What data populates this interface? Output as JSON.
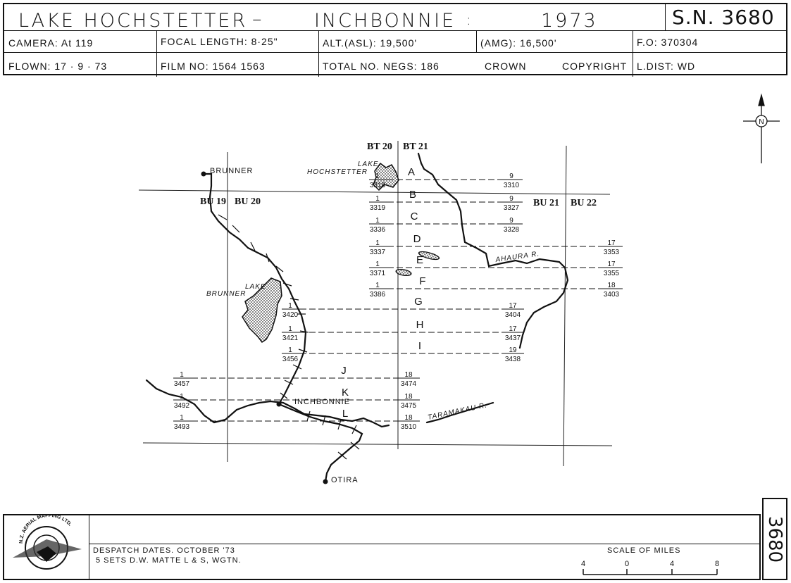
{
  "header": {
    "title_left": "LAKE  HOCHSTETTER",
    "title_dash": "–",
    "title_mid": "INCHBONNIE",
    "title_colon": ":",
    "year": "1973",
    "sheet_no": "S.N. 3680",
    "camera": "CAMERA:  At  119",
    "focal_length": "FOCAL  LENGTH:  8·25\"",
    "alt_asl": "ALT.(ASL):   19,500'",
    "alt_amg": "(AMG):    16,500'",
    "fo": "F.O:    370304",
    "flown": "FLOWN:   17 · 9 · 73",
    "film_no": "FILM  NO:    1564     1563",
    "total_negs": "TOTAL  NO.  NEGS:  186",
    "crown": "CROWN",
    "copyright": "COPYRIGHT",
    "l_dist": "L.DIST:  WD"
  },
  "map": {
    "places": {
      "brunner": "BRUNNER",
      "inchbonnie": "INCHBONNIE",
      "otira": "OTIRA"
    },
    "lakes": {
      "hochstetter_1": "LAKE",
      "hochstetter_2": "HOCHSTETTER",
      "brunner_1": "LAKE",
      "brunner_2": "BRUNNER"
    },
    "rivers": {
      "ahaura": "AHAURA   R.",
      "taramakau": "TARAMAKAU  R."
    },
    "grid": {
      "bt20": "BT 20",
      "bt21": "BT 21",
      "bu19": "BU 19",
      "bu20": "BU 20",
      "bu21": "BU 21",
      "bu22": "BU 22"
    },
    "north": "N",
    "strips": [
      {
        "id": "A",
        "start_run": "1",
        "start": "3318",
        "end_run": "9",
        "end": "3310"
      },
      {
        "id": "B",
        "start_run": "1",
        "start": "3319",
        "end_run": "9",
        "end": "3327"
      },
      {
        "id": "C",
        "start_run": "1",
        "start": "3336",
        "end_run": "9",
        "end": "3328"
      },
      {
        "id": "D",
        "start_run": "1",
        "start": "3337",
        "end_run": "17",
        "end": "3353"
      },
      {
        "id": "E",
        "start_run": "1",
        "start": "3371",
        "end_run": "17",
        "end": "3355"
      },
      {
        "id": "F",
        "start_run": "1",
        "start": "3386",
        "end_run": "18",
        "end": "3403"
      },
      {
        "id": "G",
        "start_run": "1",
        "start": "3420",
        "end_run": "17",
        "end": "3404"
      },
      {
        "id": "H",
        "start_run": "1",
        "start": "3421",
        "end_run": "17",
        "end": "3437"
      },
      {
        "id": "I",
        "start_run": "1",
        "start": "3456",
        "end_run": "19",
        "end": "3438"
      },
      {
        "id": "J",
        "start_run": "1",
        "start": "3457",
        "end_run": "18",
        "end": "3474"
      },
      {
        "id": "K",
        "start_run": "1",
        "start": "3492",
        "end_run": "18",
        "end": "3475"
      },
      {
        "id": "L",
        "start_run": "1",
        "start": "3493",
        "end_run": "18",
        "end": "3510"
      }
    ]
  },
  "footer": {
    "despatch": "DESPATCH  DATES. OCTOBER  '73",
    "sets": "5  SETS  D.W.  MATTE   L & S, WGTN.",
    "logo_text": "N.Z. AERIAL MAPPING LTD.",
    "scale_title": "SCALE  OF  MILES",
    "scale_ticks": [
      "4",
      "0",
      "4",
      "8"
    ],
    "sheet_rot": "3680"
  }
}
